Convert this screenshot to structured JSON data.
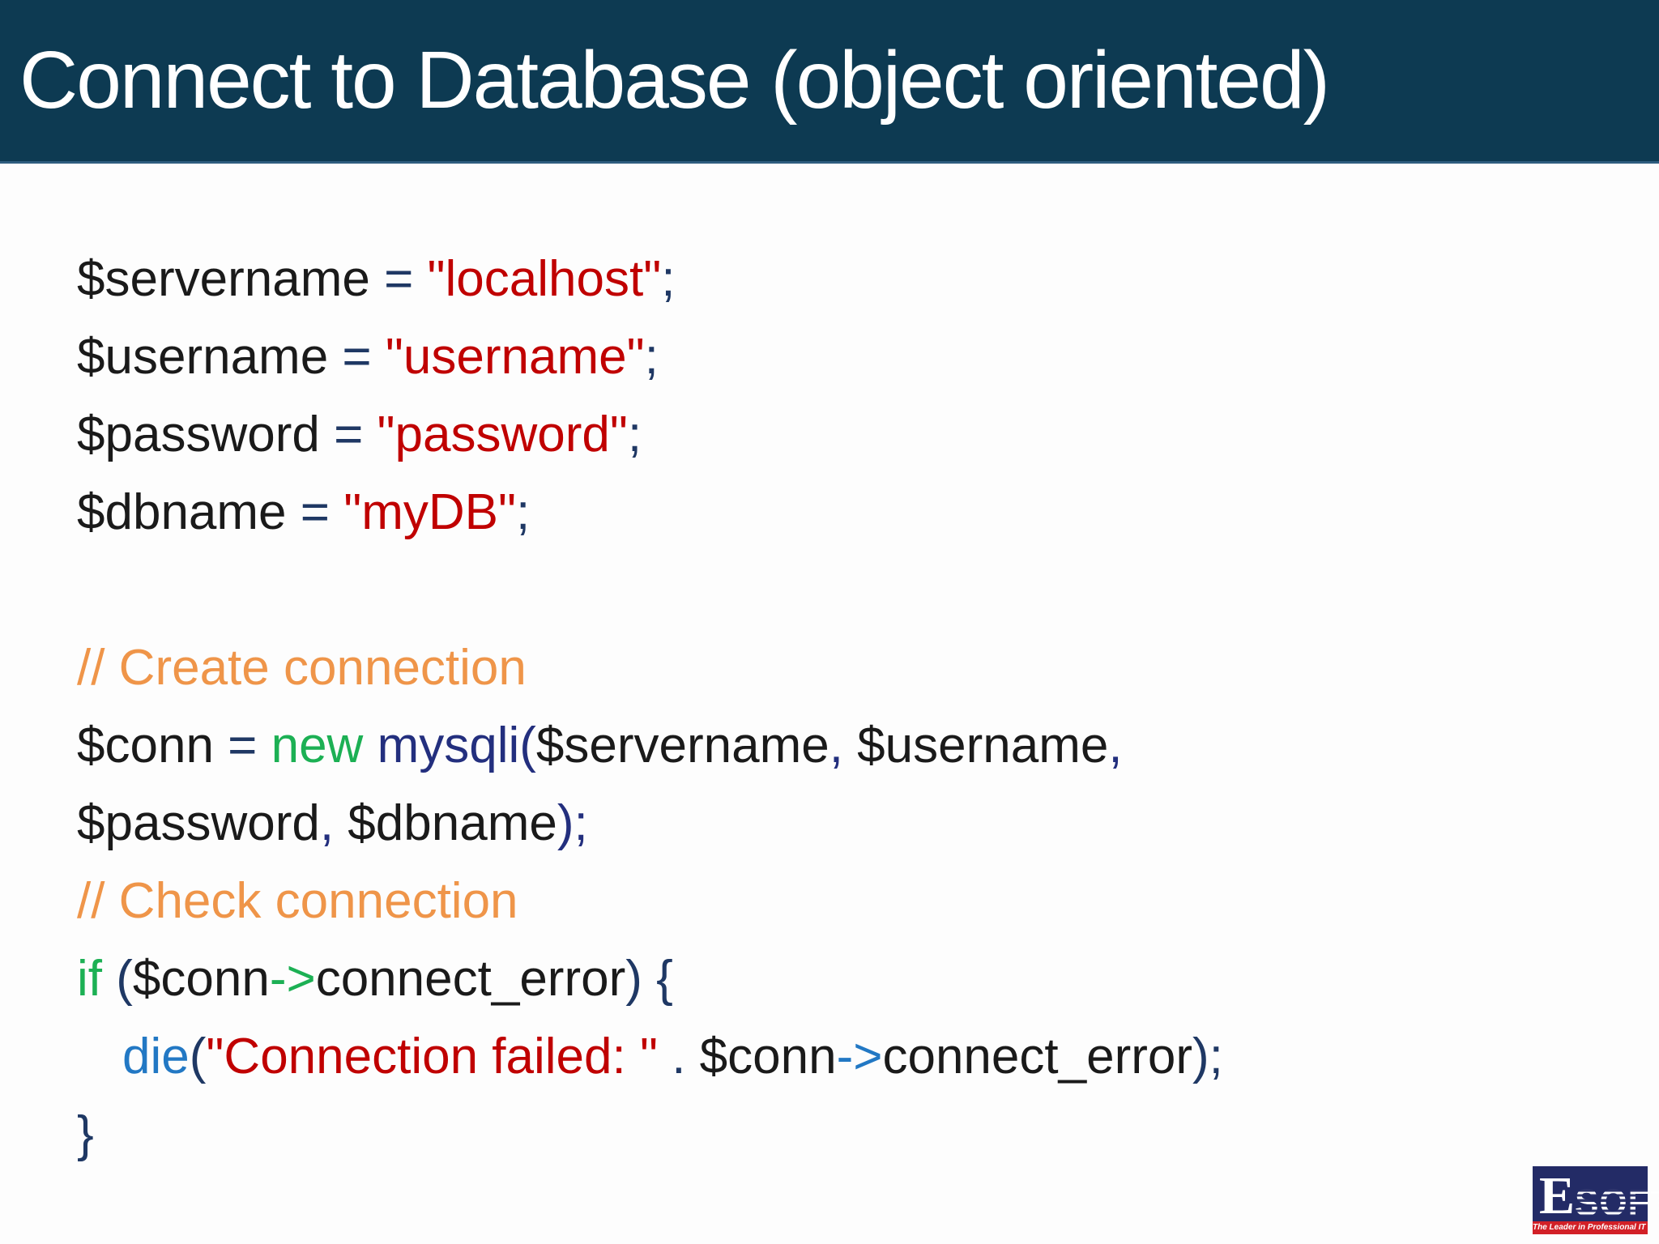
{
  "header": {
    "title": "Connect to Database (object oriented)"
  },
  "palette": {
    "black": "#1a1a1a",
    "navy": "#1f3864",
    "indigo": "#232f7e",
    "green": "#1cb054",
    "azure": "#2278c4",
    "red": "#c00000",
    "orange": "#ef9549",
    "header_bg": "#0d3a52",
    "header_fg": "#ffffff",
    "logo_blue": "#232b66",
    "logo_red": "#d22027"
  },
  "code": {
    "lines": [
      {
        "indent": 0,
        "tokens": [
          {
            "text": "$servername ",
            "color": "black"
          },
          {
            "text": "= ",
            "color": "navy"
          },
          {
            "text": "\"localhost\"",
            "color": "red"
          },
          {
            "text": ";",
            "color": "navy"
          }
        ]
      },
      {
        "indent": 0,
        "tokens": [
          {
            "text": "$username ",
            "color": "black"
          },
          {
            "text": "= ",
            "color": "navy"
          },
          {
            "text": "\"username\"",
            "color": "red"
          },
          {
            "text": ";",
            "color": "navy"
          }
        ]
      },
      {
        "indent": 0,
        "tokens": [
          {
            "text": "$password ",
            "color": "black"
          },
          {
            "text": "= ",
            "color": "navy"
          },
          {
            "text": "\"password\"",
            "color": "red"
          },
          {
            "text": ";",
            "color": "navy"
          }
        ]
      },
      {
        "indent": 0,
        "tokens": [
          {
            "text": "$dbname ",
            "color": "black"
          },
          {
            "text": "= ",
            "color": "navy"
          },
          {
            "text": "\"myDB\"",
            "color": "red"
          },
          {
            "text": ";",
            "color": "navy"
          }
        ]
      },
      {
        "indent": 0,
        "tokens": []
      },
      {
        "indent": 0,
        "tokens": [
          {
            "text": "// Create connection",
            "color": "orange"
          }
        ]
      },
      {
        "indent": 0,
        "tokens": [
          {
            "text": "$conn ",
            "color": "black"
          },
          {
            "text": "= ",
            "color": "navy"
          },
          {
            "text": "new ",
            "color": "green"
          },
          {
            "text": "mysqli(",
            "color": "indigo"
          },
          {
            "text": "$servername",
            "color": "black"
          },
          {
            "text": ", ",
            "color": "indigo"
          },
          {
            "text": "$username",
            "color": "black"
          },
          {
            "text": ",",
            "color": "indigo"
          }
        ]
      },
      {
        "indent": 0,
        "tokens": [
          {
            "text": "$password",
            "color": "black"
          },
          {
            "text": ", ",
            "color": "indigo"
          },
          {
            "text": "$dbname",
            "color": "black"
          },
          {
            "text": ");",
            "color": "indigo"
          }
        ]
      },
      {
        "indent": 0,
        "tokens": [
          {
            "text": "// Check connection",
            "color": "orange"
          }
        ]
      },
      {
        "indent": 0,
        "tokens": [
          {
            "text": "if ",
            "color": "green"
          },
          {
            "text": "(",
            "color": "navy"
          },
          {
            "text": "$conn",
            "color": "black"
          },
          {
            "text": "->",
            "color": "green"
          },
          {
            "text": "connect_error",
            "color": "black"
          },
          {
            "text": ") {",
            "color": "navy"
          }
        ]
      },
      {
        "indent": 1,
        "tokens": [
          {
            "text": "die",
            "color": "azure"
          },
          {
            "text": "(",
            "color": "navy"
          },
          {
            "text": "\"Connection failed: \"",
            "color": "red"
          },
          {
            "text": " . ",
            "color": "navy"
          },
          {
            "text": "$conn",
            "color": "black"
          },
          {
            "text": "->",
            "color": "azure"
          },
          {
            "text": "connect_error",
            "color": "black"
          },
          {
            "text": ");",
            "color": "navy"
          }
        ]
      },
      {
        "indent": 0,
        "tokens": [
          {
            "text": "}",
            "color": "navy"
          }
        ]
      }
    ]
  },
  "logo": {
    "initial": "E",
    "rest": "SOFT",
    "tagline": "The Leader in Professional IT Education"
  }
}
